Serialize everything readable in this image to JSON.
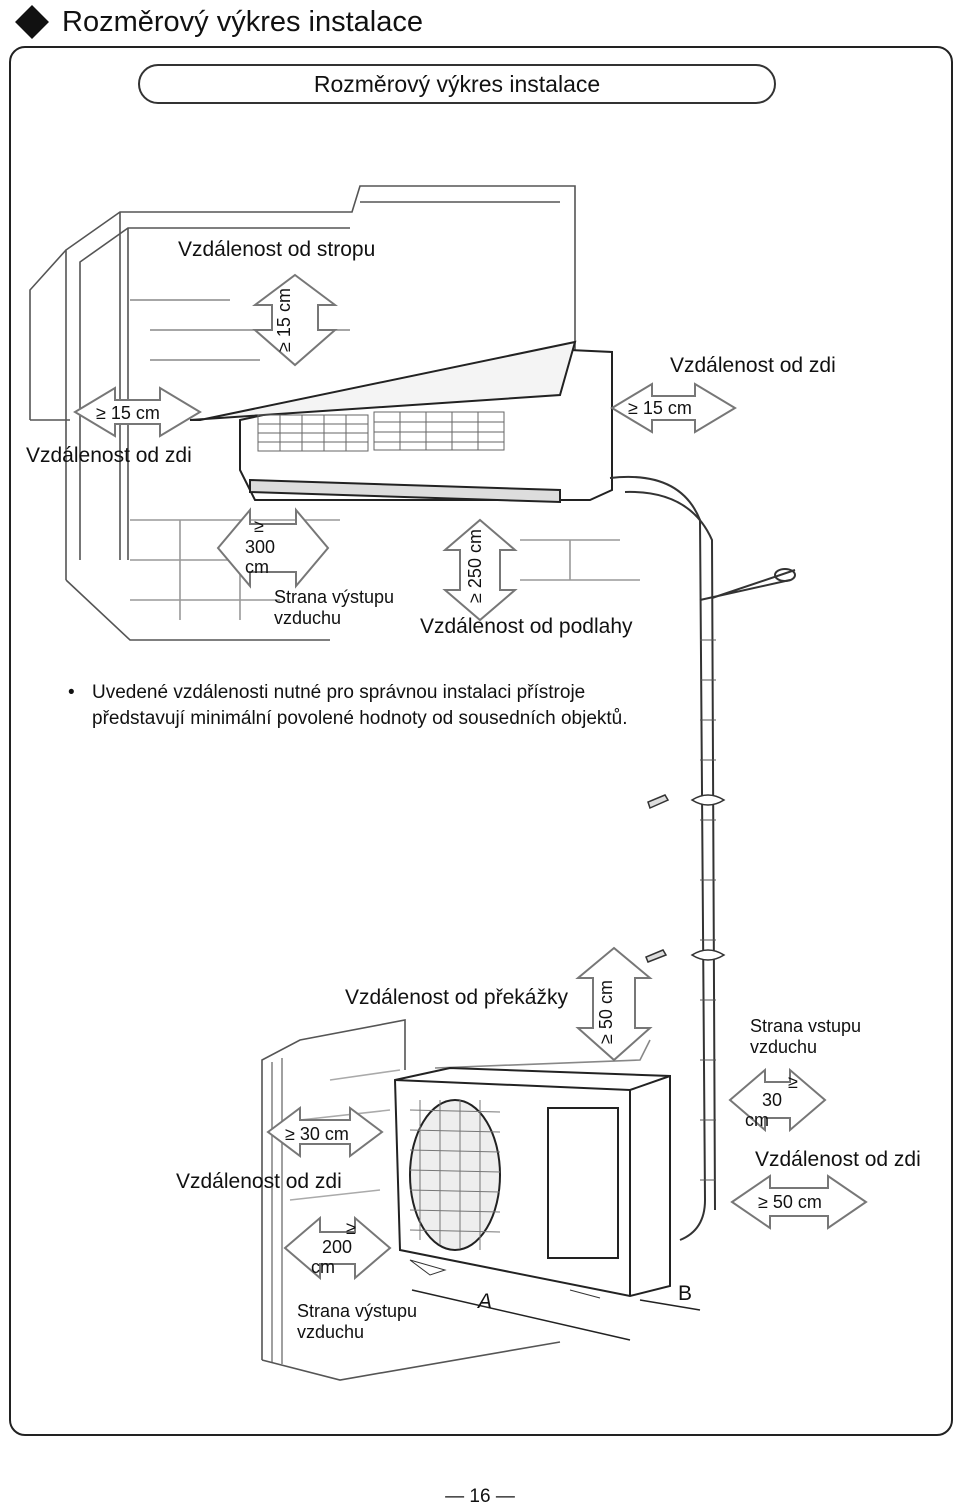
{
  "header": {
    "title": "Rozměrový výkres instalace"
  },
  "panel": {
    "title": "Rozměrový výkres instalace"
  },
  "indoor": {
    "ceiling_label": "Vzdálenost od stropu",
    "ceiling_value": "≥ 15 cm",
    "left_wall_value": "≥ 15 cm",
    "left_wall_label": "Vzdálenost od zdi",
    "right_wall_label": "Vzdálenost od zdi",
    "right_wall_value": "≥ 15 cm",
    "front_value_sym": "≥",
    "front_value_num": "300",
    "front_value_unit": "cm",
    "outlet_label_1": "Strana výstupu",
    "outlet_label_2": "vzduchu",
    "floor_value": "≥ 250 cm",
    "floor_label": "Vzdálenost od podlahy"
  },
  "note": {
    "bullet": "•",
    "text": "Uvedené vzdálenosti nutné pro správnou instalaci přístroje představují minimální povolené hodnoty od sousedních objektů."
  },
  "outdoor": {
    "obstacle_label": "Vzdálenost od překážky",
    "obstacle_value": "≥ 50 cm",
    "inlet_label_1": "Strana vstupu",
    "inlet_label_2": "vzduchu",
    "inlet_sym": "≥",
    "inlet_num": "30",
    "inlet_unit": "cm",
    "right_wall_label": "Vzdálenost od zdi",
    "right_wall_value": "≥ 50 cm",
    "left_wall_value": "≥ 30 cm",
    "left_wall_label": "Vzdálenost od zdi",
    "front_sym": "≥",
    "front_num": "200",
    "front_unit": "cm",
    "outlet_label_1": "Strana výstupu",
    "outlet_label_2": "vzduchu",
    "dim_a": "A",
    "dim_b": "B"
  },
  "footer": {
    "page": "16"
  }
}
